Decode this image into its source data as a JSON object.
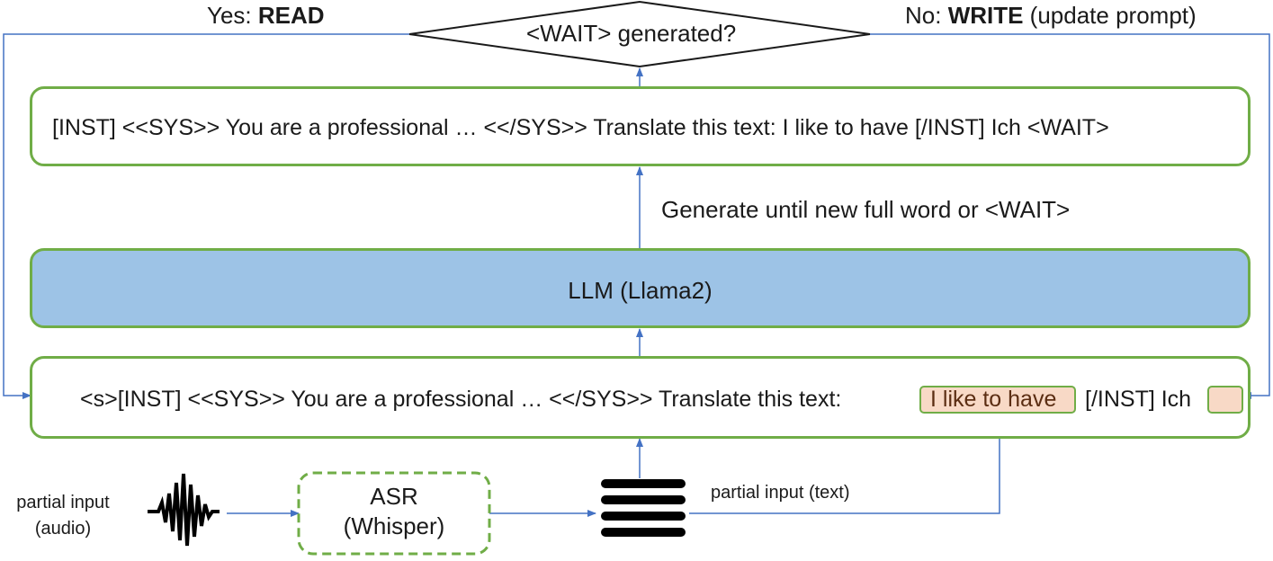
{
  "decision": {
    "question": "<WAIT> generated?",
    "yes_prefix": "Yes: ",
    "yes_action": "READ",
    "no_prefix": "No: ",
    "no_action": "WRITE",
    "no_suffix": " (update prompt)"
  },
  "output_prompt": {
    "text": "[INST]  <<SYS>> You are a professional … <</SYS>>  Translate this text: I like to have [/INST] Ich <WAIT>"
  },
  "generate_label": "Generate until new full word or <WAIT>",
  "llm": {
    "label": "LLM (Llama2)"
  },
  "input_prompt": {
    "prefix": "<s>[INST]  <<SYS>> You are a professional … <</SYS>>  Translate this text:",
    "source_text": "I like to have",
    "suffix": "[/INST] Ich"
  },
  "audio_input": {
    "line1": "partial input",
    "line2": "(audio)"
  },
  "asr": {
    "line1": "ASR",
    "line2": "(Whisper)"
  },
  "text_input_label": "partial input (text)",
  "icons": {
    "waveform": "audio-waveform-icon",
    "text": "text-lines-icon"
  },
  "colors": {
    "box_border": "#70ad47",
    "llm_fill": "#9dc3e6",
    "highlight": "#f8d9c6",
    "arrow": "#4472c4"
  }
}
